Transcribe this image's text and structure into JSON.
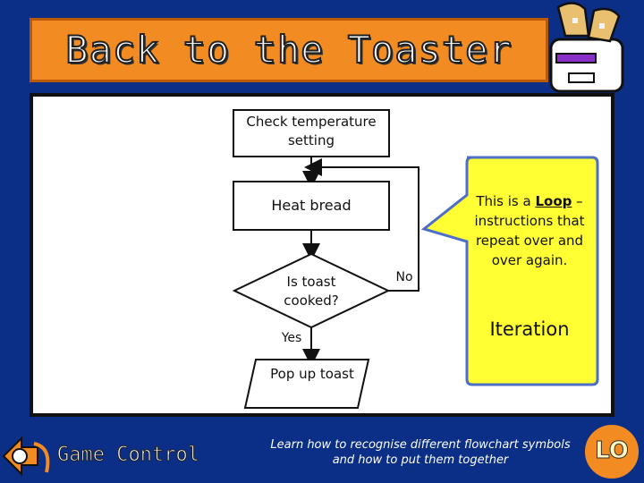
{
  "header": {
    "title": "Back to the Toaster"
  },
  "flowchart": {
    "nodes": {
      "check": "Check temperature setting",
      "heat": "Heat bread",
      "decision": "Is toast cooked?",
      "popup": "Pop up toast"
    },
    "edges": {
      "no_label": "No",
      "yes_label": "Yes"
    }
  },
  "callout": {
    "prefix": "This is a ",
    "keyword": "Loop",
    "suffix": " – instructions that repeat over and over again.",
    "term": "Iteration",
    "color": "#ffff33"
  },
  "footer": {
    "game_control": "Game Control",
    "objective": "Learn how to recognise different flowchart symbols and how to put them together",
    "badge": "LO"
  },
  "colors": {
    "background": "#0b2f86",
    "title_bar": "#f28c22",
    "panel": "#ffffff"
  }
}
